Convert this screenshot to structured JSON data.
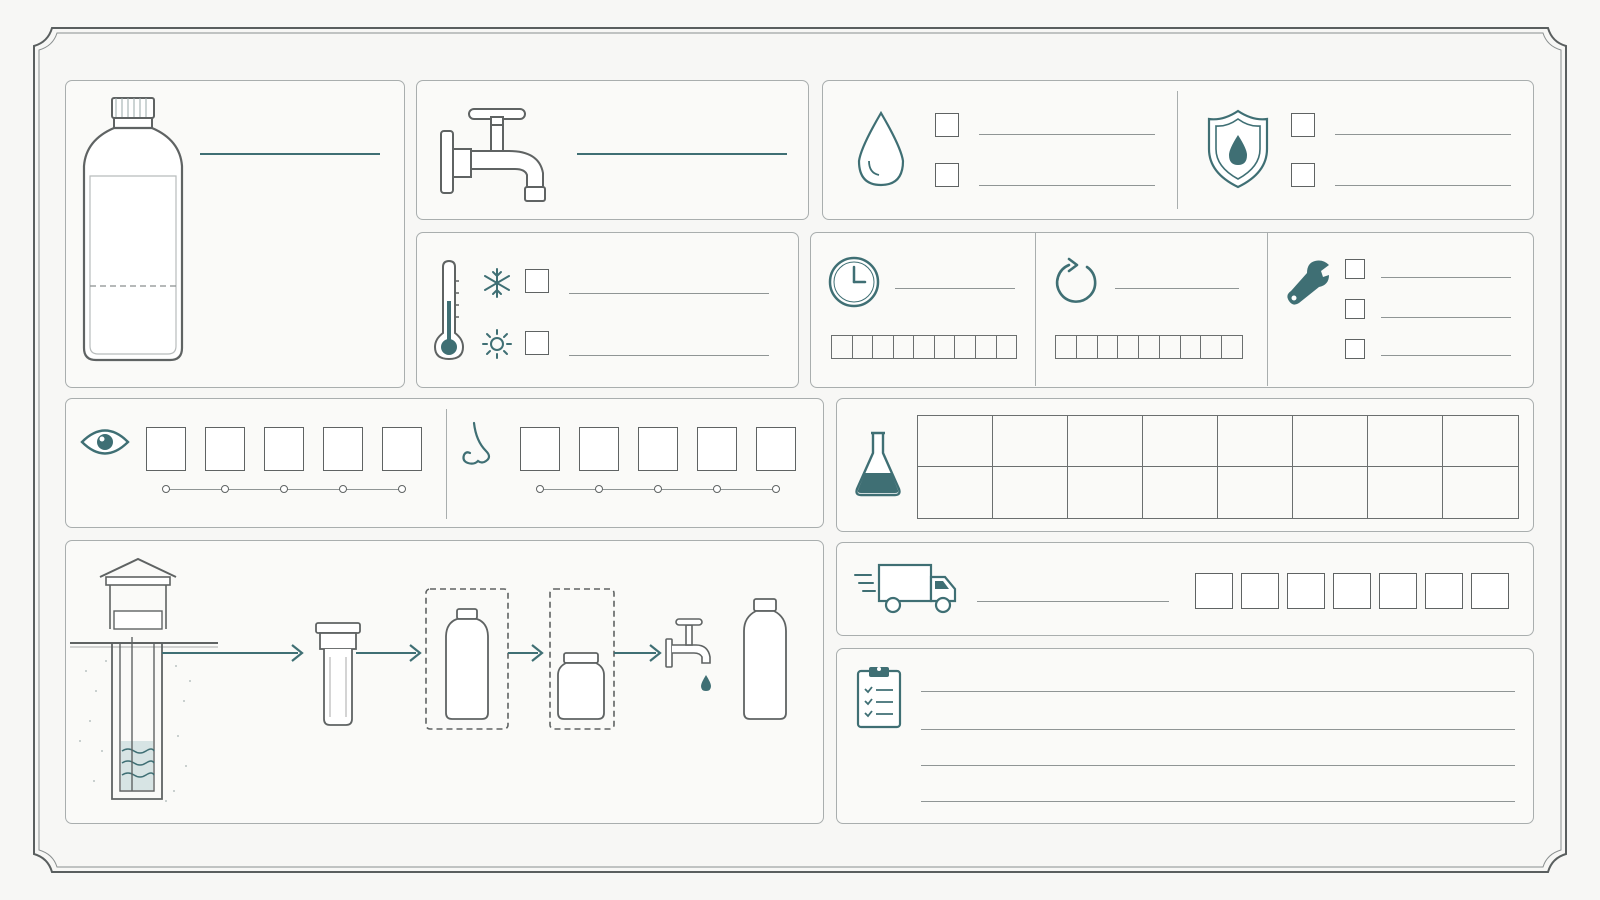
{
  "theme": {
    "accent": "#3f6f74",
    "line": "#5f6363",
    "border": "#a9aeae",
    "background": "#f7f7f5"
  },
  "icons": {
    "bottle": "bottle-icon",
    "faucet": "faucet-icon",
    "drop": "water-drop-icon",
    "shield": "shield-drop-icon",
    "thermometer": "thermometer-icon",
    "cold": "snowflake-icon",
    "warm": "sun-icon",
    "clock": "clock-icon",
    "refresh": "refresh-icon",
    "wrench": "wrench-icon",
    "eye": "eye-icon",
    "nose": "nose-icon",
    "flask": "flask-icon",
    "truck": "delivery-truck-icon",
    "clipboard": "clipboard-icon",
    "well": "well-icon",
    "filter": "filter-cartridge-icon",
    "tank": "storage-bottle-icon",
    "jar": "jar-icon",
    "tap": "tap-icon",
    "final_bottle": "final-bottle-icon"
  },
  "lab_grid": {
    "rows": 2,
    "cols": 8
  },
  "scales": {
    "appearance_boxes": 5,
    "odor_boxes": 5
  },
  "cell_strips": {
    "clock_cells": 9,
    "refresh_cells": 9,
    "delivery_boxes": 7
  },
  "notes_lines": 4
}
